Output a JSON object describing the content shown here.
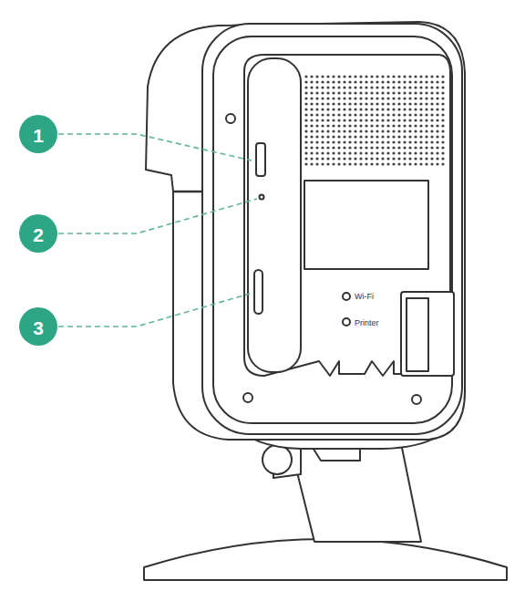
{
  "diagram": {
    "labels": [
      "1",
      "2",
      "3",
      "Wi-Fi",
      "Printer"
    ]
  }
}
